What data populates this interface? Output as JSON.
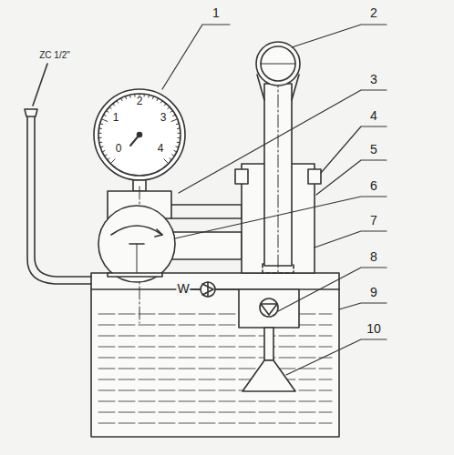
{
  "diagram": {
    "labels": [
      "1",
      "2",
      "3",
      "4",
      "5",
      "6",
      "7",
      "8",
      "9",
      "10",
      "ZC 1/2\"",
      "0",
      "1",
      "2",
      "3",
      "4",
      "W"
    ]
  }
}
